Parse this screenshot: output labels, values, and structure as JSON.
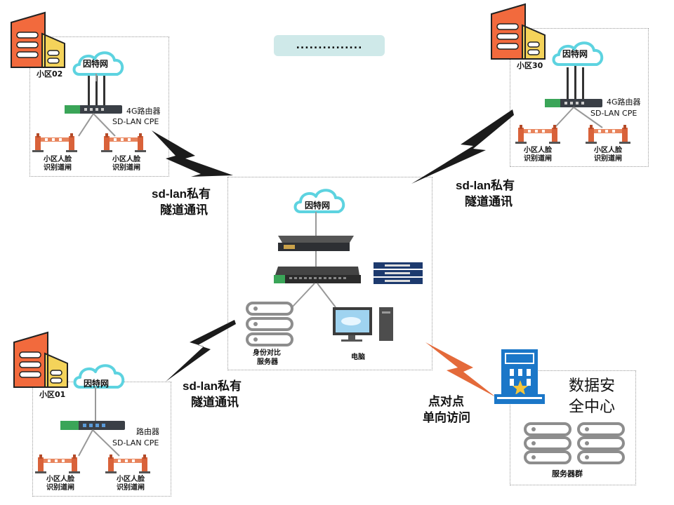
{
  "top_pill": {
    "text": "..............."
  },
  "sites": {
    "site02": {
      "name": "小区02",
      "cloud": "因特网",
      "router_line1": "4G路由器",
      "router_line2": "SD-LAN CPE",
      "gate_left": [
        "小区人脸",
        "识别道闸"
      ],
      "gate_right": [
        "小区人脸",
        "识别道闸"
      ]
    },
    "site30": {
      "name": "小区30",
      "cloud": "因特网",
      "router_line1": "4G路由器",
      "router_line2": "SD-LAN CPE",
      "gate_left": [
        "小区人脸",
        "识别道闸"
      ],
      "gate_right": [
        "小区人脸",
        "识别道闸"
      ]
    },
    "site01": {
      "name": "小区01",
      "cloud": "因特网",
      "router_line1": "路由器",
      "router_line2": "SD-LAN CPE",
      "gate_left": [
        "小区人脸",
        "识别道闸"
      ],
      "gate_right": [
        "小区人脸",
        "识别道闸"
      ]
    }
  },
  "center": {
    "cloud": "因特网",
    "server_label": [
      "身份对比",
      "服务器"
    ],
    "pc_label": "电脑"
  },
  "tunnels": {
    "top_left": [
      "sd-lan私有",
      "隧道通讯"
    ],
    "top_right": [
      "sd-lan私有",
      "隧道通讯"
    ],
    "bottom_left": [
      "sd-lan私有",
      "隧道通讯"
    ]
  },
  "p2p": [
    "点对点",
    "单向访问"
  ],
  "datacenter": {
    "title": [
      "数据安",
      "全中心"
    ],
    "servers_label": "服务器群"
  },
  "colors": {
    "building_orange": "#f26a3d",
    "building_yellow": "#f4d35a",
    "cloud_outline": "#5dd3e0",
    "bolt_dark": "#1b1b1b",
    "bolt_orange": "#e46a3a",
    "server_grey": "#8d8d8d",
    "dc_blue": "#1b77c8",
    "pill_bg": "#cfe9e9"
  },
  "icons": [
    "building-icon",
    "cloud-icon",
    "router-icon",
    "gate-icon",
    "switch-icon",
    "server-icon",
    "pc-icon",
    "bolt-icon",
    "hq-building-icon"
  ]
}
